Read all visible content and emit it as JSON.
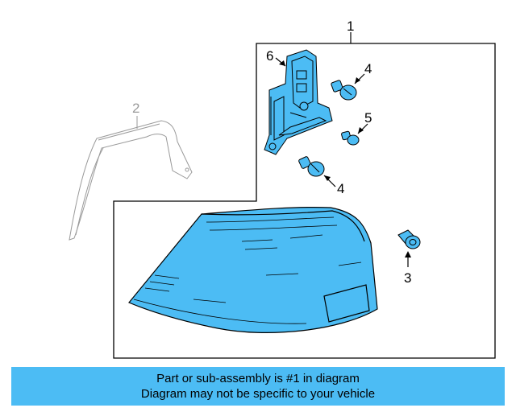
{
  "diagram": {
    "callouts": {
      "c1": "1",
      "c2": "2",
      "c3": "3",
      "c4a": "4",
      "c4b": "4",
      "c5": "5",
      "c6": "6"
    },
    "colors": {
      "part_fill": "#4cbcf4",
      "outline": "#000000",
      "ghost_outline": "#9a9a9a"
    }
  },
  "banner": {
    "line1": "Part or sub-assembly is #1 in diagram",
    "line2": "Diagram may not be specific to your vehicle"
  }
}
